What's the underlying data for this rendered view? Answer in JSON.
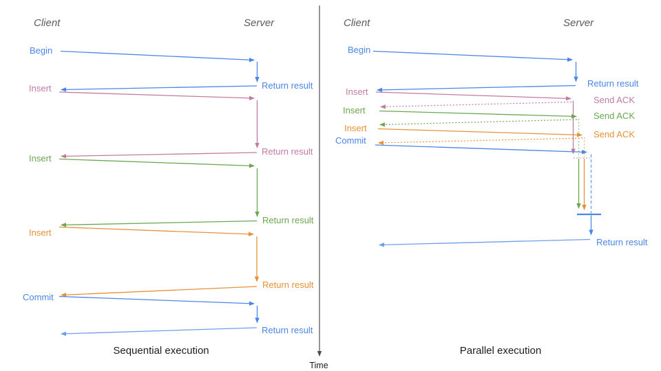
{
  "palette": {
    "blue": "#4a86e8",
    "lightblue": "#6d9eeb",
    "pink": "#c27ba0",
    "green": "#6aa84f",
    "orange": "#e69138",
    "gray": "#5c5c5c",
    "dark": "#1c1c1c",
    "axis": "#4d4d4d"
  },
  "time_axis": {
    "label": "Time"
  },
  "sequential": {
    "title": "Sequential execution",
    "client_header": "Client",
    "server_header": "Server",
    "messages": [
      {
        "label": "Begin",
        "color": "blue",
        "response": "Return result"
      },
      {
        "label": "Insert",
        "color": "pink",
        "response": "Return result"
      },
      {
        "label": "Insert",
        "color": "green",
        "response": "Return result"
      },
      {
        "label": "Insert",
        "color": "orange",
        "response": "Return result"
      },
      {
        "label": "Commit",
        "color": "blue",
        "response": "Return result"
      }
    ]
  },
  "parallel": {
    "title": "Parallel execution",
    "client_header": "Client",
    "server_header": "Server",
    "messages": [
      {
        "label": "Begin",
        "color": "blue",
        "response": "Return result"
      },
      {
        "label": "Insert",
        "color": "pink",
        "response": "Send ACK"
      },
      {
        "label": "Insert",
        "color": "green",
        "response": "Send ACK"
      },
      {
        "label": "Insert",
        "color": "orange",
        "response": "Send ACK"
      },
      {
        "label": "Commit",
        "color": "blue",
        "response": "Return result"
      }
    ]
  }
}
